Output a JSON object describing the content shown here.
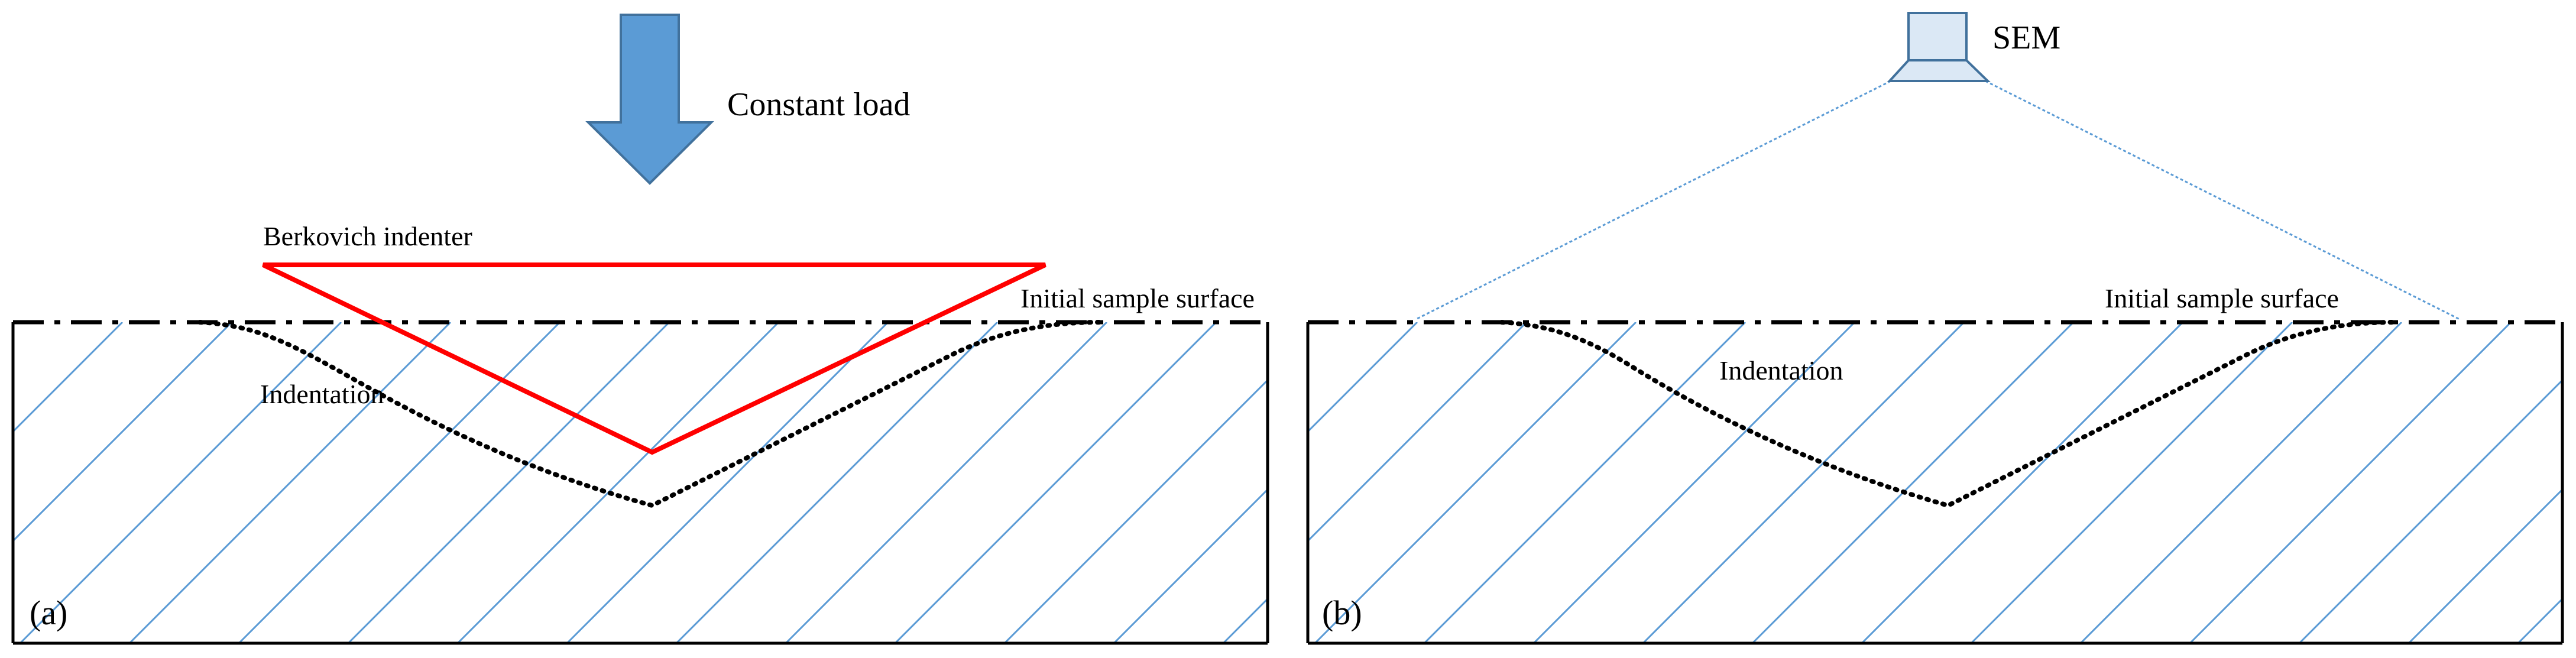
{
  "colors": {
    "arrow_fill": "#5b9bd5",
    "arrow_stroke": "#41719c",
    "hatch": "#5b9bd5",
    "indenter": "#ff0000",
    "outline": "#000000",
    "sem_fill": "#dbe8f5",
    "sem_stroke": "#41719c",
    "beam": "#5b9bd5"
  },
  "icons": {
    "load_arrow": "down-arrow-icon",
    "sem": "sem-detector-icon"
  },
  "panel_a": {
    "label": "(a)",
    "load_text": "Constant load",
    "indenter_text": "Berkovich indenter",
    "surface_text": "Initial sample surface",
    "indentation_text": "Indentation"
  },
  "panel_b": {
    "label": "(b)",
    "sem_text": "SEM",
    "surface_text": "Initial sample surface",
    "indentation_text": "Indentation"
  }
}
